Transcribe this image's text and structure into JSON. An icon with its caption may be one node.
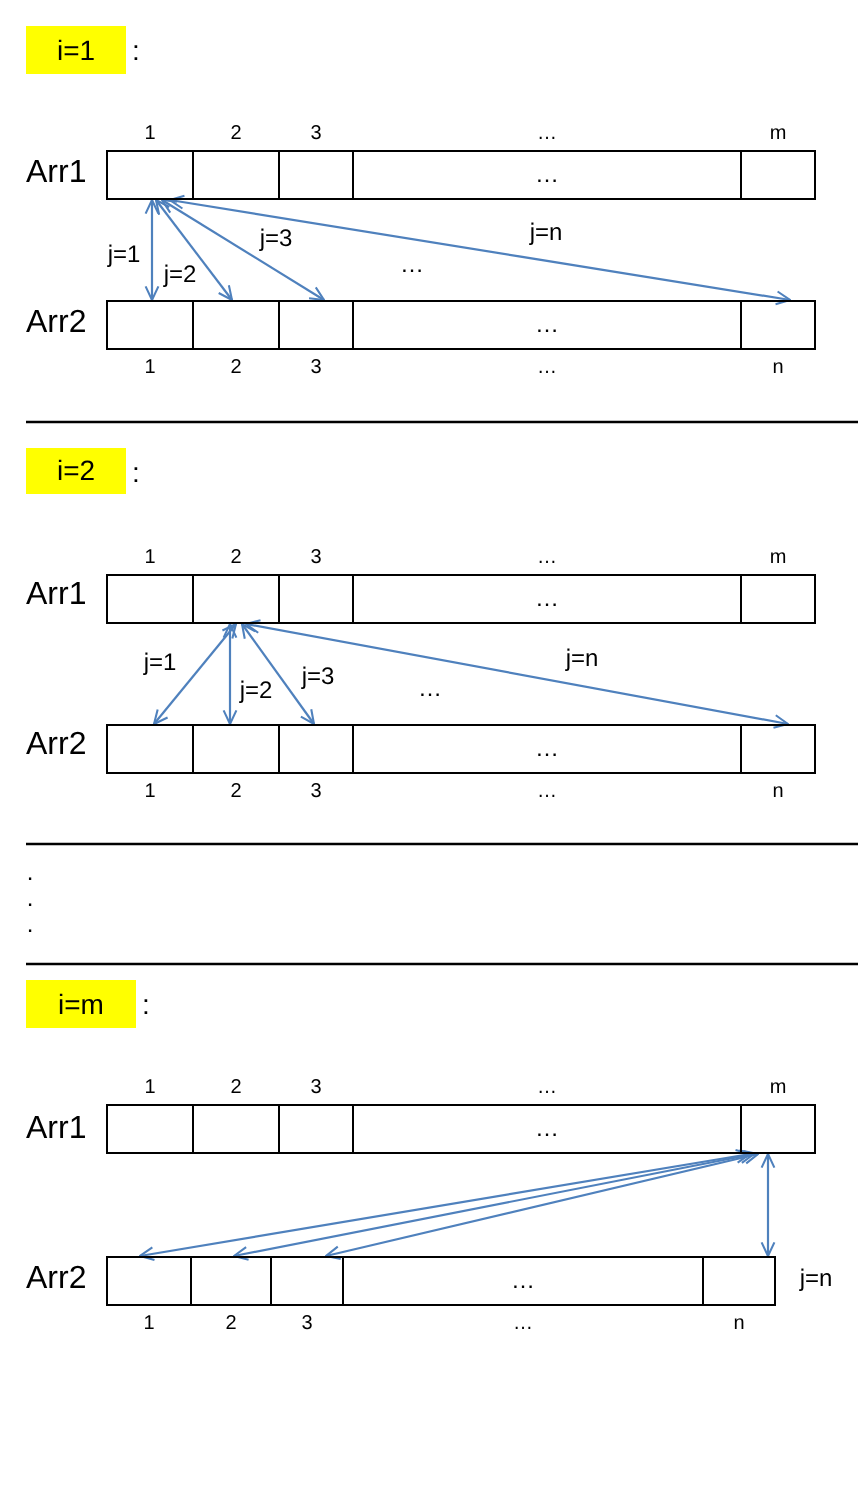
{
  "diagram": {
    "nodes": [
      {
        "text": [
          "i=1"
        ],
        "beside": [
          ":"
        ]
      },
      {
        "text": [],
        "shape": "box",
        "beside": [
          "1"
        ]
      },
      {
        "text": [],
        "shape": "box",
        "beside": [
          "2"
        ]
      },
      {
        "text": [],
        "shape": "box",
        "beside": [
          "3"
        ]
      },
      {
        "text": [
          "…"
        ],
        "beside": [
          "…"
        ]
      },
      {
        "text": [],
        "shape": "box",
        "beside": [
          "m"
        ]
      },
      {
        "text": [],
        "shape": "box",
        "beside": [
          "1"
        ]
      },
      {
        "text": [],
        "shape": "box",
        "beside": [
          "2"
        ]
      },
      {
        "text": [],
        "shape": "box",
        "beside": [
          "3"
        ]
      },
      {
        "text": [
          "…"
        ],
        "beside": [
          "…"
        ]
      },
      {
        "text": [],
        "shape": "box",
        "beside": [
          "n"
        ]
      },
      {
        "text": [
          "i=2"
        ],
        "beside": [
          ":"
        ]
      },
      {
        "text": [],
        "shape": "box",
        "beside": [
          "1"
        ]
      },
      {
        "text": [],
        "shape": "box",
        "beside": [
          "2"
        ]
      },
      {
        "text": [],
        "shape": "box",
        "beside": [
          "3"
        ]
      },
      {
        "text": [
          "…"
        ],
        "beside": [
          "…"
        ]
      },
      {
        "text": [],
        "shape": "box",
        "beside": [
          "m"
        ]
      },
      {
        "text": [],
        "shape": "box",
        "beside": [
          "1"
        ]
      },
      {
        "text": [],
        "shape": "box",
        "beside": [
          "2"
        ]
      },
      {
        "text": [],
        "shape": "box",
        "beside": [
          "3"
        ]
      },
      {
        "text": [
          "…"
        ],
        "beside": [
          "…"
        ]
      },
      {
        "text": [],
        "shape": "box",
        "beside": [
          "n"
        ]
      },
      {
        "text": [
          "i=m"
        ],
        "beside": [
          ":"
        ]
      },
      {
        "text": [],
        "shape": "box",
        "beside": [
          "1"
        ]
      },
      {
        "text": [],
        "shape": "box",
        "beside": [
          "2"
        ]
      },
      {
        "text": [],
        "shape": "box",
        "beside": [
          "3"
        ]
      },
      {
        "text": [
          "…"
        ],
        "beside": [
          "…"
        ]
      },
      {
        "text": [],
        "shape": "box",
        "beside": [
          "m"
        ]
      },
      {
        "text": [],
        "shape": "box",
        "beside": [
          "1"
        ]
      },
      {
        "text": [],
        "shape": "box",
        "beside": [
          "2"
        ]
      },
      {
        "text": [],
        "shape": "box",
        "beside": [
          "3"
        ]
      },
      {
        "text": [
          "…"
        ],
        "beside": [
          "…"
        ]
      },
      {
        "text": [],
        "shape": "box",
        "beside": [
          "n"
        ]
      }
    ],
    "edges": [
      {
        "from": 1,
        "to": 6,
        "arrow": "both",
        "label": "j=1"
      },
      {
        "from": 1,
        "to": 7,
        "arrow": "both",
        "label": "j=2"
      },
      {
        "from": 1,
        "to": 8,
        "arrow": "both",
        "label": "j=3"
      },
      {
        "from": 1,
        "to": 10,
        "arrow": "both",
        "label": "j=n"
      },
      {
        "from": 13,
        "to": 17,
        "arrow": "both",
        "label": "j=1"
      },
      {
        "from": 13,
        "to": 18,
        "arrow": "both",
        "label": "j=2"
      },
      {
        "from": 13,
        "to": 19,
        "arrow": "both",
        "label": "j=3"
      },
      {
        "from": 13,
        "to": 21,
        "arrow": "both",
        "label": "j=n"
      },
      {
        "from": 27,
        "to": 28,
        "arrow": "both"
      },
      {
        "from": 27,
        "to": 29,
        "arrow": "both"
      },
      {
        "from": 27,
        "to": 30,
        "arrow": "both"
      },
      {
        "from": 27,
        "to": 32,
        "arrow": "both",
        "label": "j=n"
      }
    ],
    "labels": [
      "Arr1",
      "…",
      "Arr2",
      "Arr1",
      "…",
      "Arr2",
      ".",
      ".",
      ".",
      "Arr1",
      "Arr2"
    ]
  }
}
